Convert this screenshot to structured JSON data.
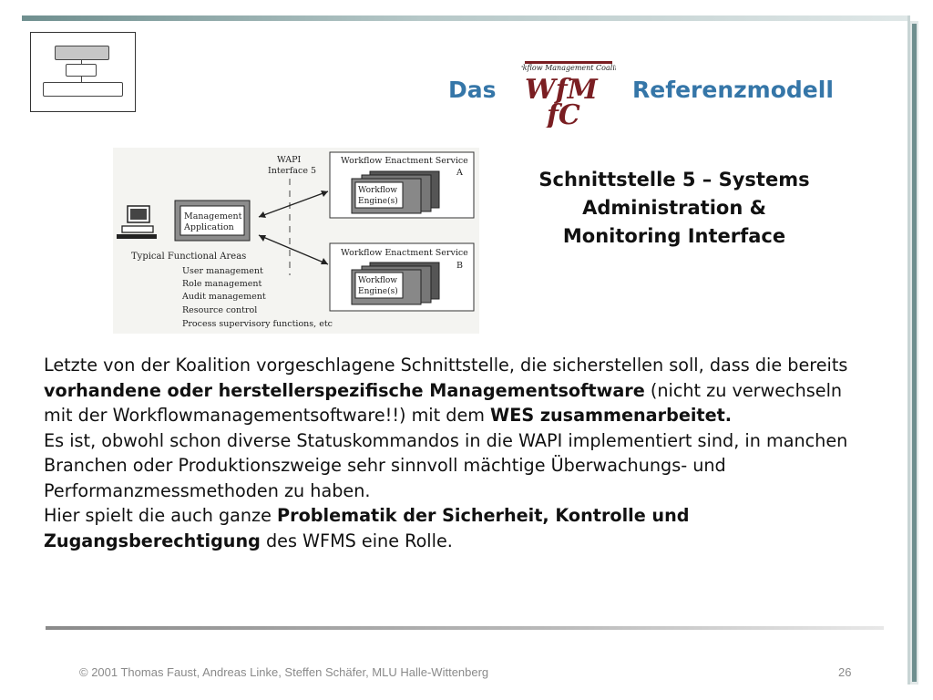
{
  "slide": {
    "title_left": "Das",
    "title_right": "Referenzmodell",
    "logo": {
      "tagline": "Workflow Management Coalition",
      "letters_top": "WfM",
      "letters_bottom": "fC"
    },
    "subtitle_lines": [
      "Schnittstelle 5 – Systems",
      "Administration &",
      "Monitoring Interface"
    ],
    "paragraphs": [
      [
        {
          "t": "Letzte von der Koalition vorgeschlagene Schnittstelle, die sicherstellen soll, dass die bereits ",
          "b": false
        },
        {
          "t": "vorhandene oder herstellerspezifische Managementsoftware",
          "b": true
        },
        {
          "t": " (nicht zu verwechseln mit der Workflowmanagementsoftware!!) mit dem ",
          "b": false
        },
        {
          "t": "WES zusammenarbeitet.",
          "b": true
        }
      ],
      [
        {
          "t": "Es ist, obwohl schon diverse Statuskommandos in die WAPI implementiert sind, in manchen Branchen oder Produktionszweige sehr sinnvoll mächtige Überwachungs- und Performanzmessmethoden zu haben.",
          "b": false
        }
      ],
      [
        {
          "t": "Hier spielt die auch ganze ",
          "b": false
        },
        {
          "t": "Problematik der Sicherheit, Kontrolle und Zugangsberechtigung",
          "b": true
        },
        {
          "t": " des WFMS eine Rolle.",
          "b": false
        }
      ]
    ],
    "footer_left": "© 2001 Thomas Faust, Andreas Linke, Steffen Schäfer, MLU Halle-Wittenberg",
    "page_number": "26"
  },
  "diagram": {
    "wapi_label_1": "WAPI",
    "wapi_label_2": "Interface 5",
    "service_a_title": "Workflow Enactment Service",
    "service_a_letter": "A",
    "service_b_title": "Workflow Enactment Service",
    "service_b_letter": "B",
    "engine_line_1": "Workflow",
    "engine_line_2": "Engine(s)",
    "mgmt_line_1": "Management",
    "mgmt_line_2": "Application",
    "functional_title": "Typical Functional Areas",
    "functional_areas": [
      "User management",
      "Role management",
      "Audit management",
      "Resource control",
      "Process supervisory functions, etc"
    ]
  },
  "colors": {
    "title": "#3576a8",
    "accent_bar": "#6f8f8f",
    "logo_red": "#7a1e22"
  }
}
